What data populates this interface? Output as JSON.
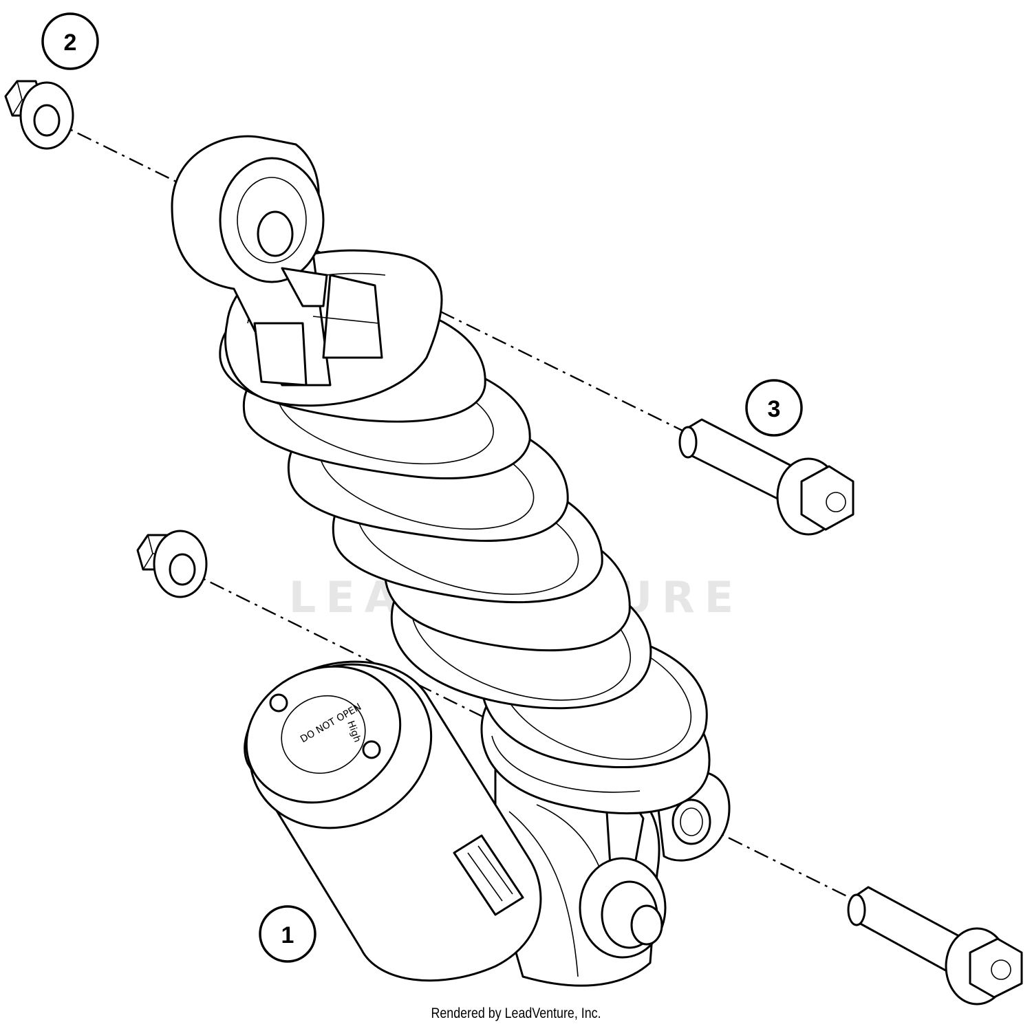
{
  "callouts": [
    {
      "id": "1",
      "label": "1"
    },
    {
      "id": "2",
      "label": "2"
    },
    {
      "id": "3",
      "label": "3"
    }
  ],
  "watermark": "LEADVENTURE",
  "cap_text": {
    "line1": "DO NOT OPEN",
    "line2": "High"
  },
  "footer": "Rendered by LeadVenture, Inc."
}
